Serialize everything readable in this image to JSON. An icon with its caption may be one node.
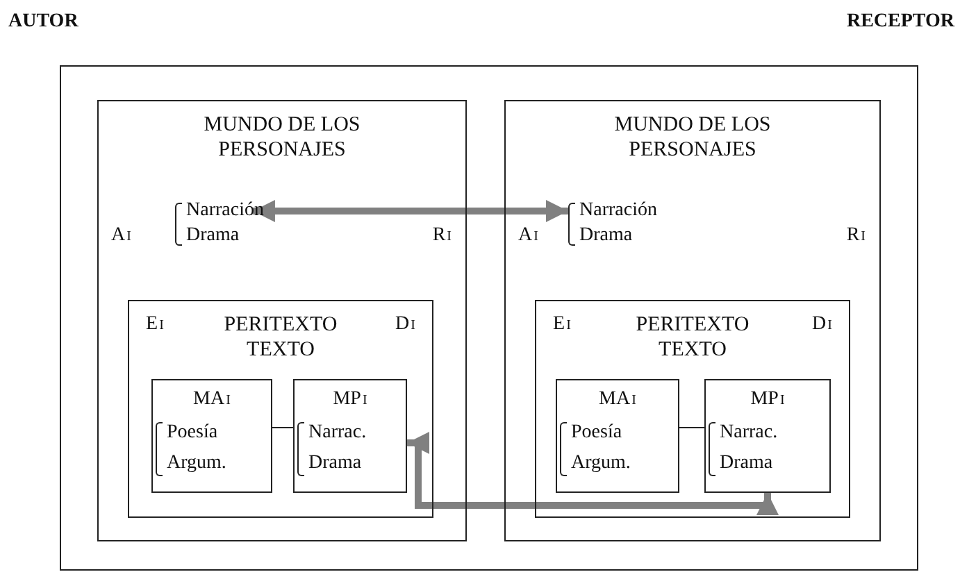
{
  "diagram": {
    "nodes": [
      {
        "text": [],
        "shape": "box"
      },
      {
        "text": [
          "MUNDO DE LOS PERSONAJES",
          "A$_{I}$",
          "R$_{I}$"
        ],
        "in": 0
      },
      {
        "text": [
          "Narración Drama"
        ],
        "in": 1
      },
      {
        "text": [
          "E$_{I}$",
          "PERITEXTO TEXTO",
          "D$_{I}$"
        ],
        "in": 1
      },
      {
        "text": [
          "MA$_{I}$",
          "Poesía Argum."
        ],
        "in": 3
      },
      {
        "text": [
          "MP$_{I}$",
          "Narrac. Drama"
        ],
        "in": 3
      },
      {
        "text": [
          "MUNDO DE LOS PERSONAJES",
          "A$_{I}$",
          "R$_{I}$"
        ],
        "in": 0
      },
      {
        "text": [
          "Narración Drama"
        ],
        "in": 6
      },
      {
        "text": [
          "E$_{I}$",
          "PERITEXTO TEXTO",
          "D$_{I}$"
        ],
        "in": 6
      },
      {
        "text": [
          "MA$_{I}$",
          "Poesía Argum."
        ],
        "in": 8
      },
      {
        "text": [
          "MP$_{I}$",
          "Narrac. Drama"
        ],
        "in": 8
      }
    ],
    "edges": [
      {
        "from": 2,
        "to": 7,
        "arrow": "both",
        "style": "thick",
        "color": "#808080"
      },
      {
        "from": 4,
        "to": 5,
        "arrow": "none",
        "color": "#222222"
      },
      {
        "from": 9,
        "to": 10,
        "arrow": "none",
        "color": "#222222"
      },
      {
        "from": 5,
        "to": 10,
        "arrow": "both",
        "style": "thick",
        "color": "#808080"
      }
    ],
    "labels": [
      "AUTOR",
      "RECEPTOR"
    ]
  }
}
